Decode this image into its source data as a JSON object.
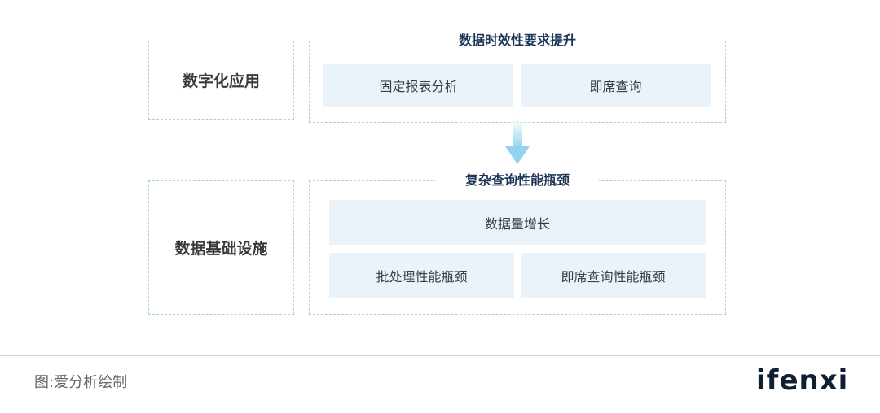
{
  "top_layer": {
    "label": "数字化应用",
    "title": "数据时效性要求提升",
    "cells": [
      "固定报表分析",
      "即席查询"
    ]
  },
  "bottom_layer": {
    "label": "数据基础设施",
    "title": "复杂查询性能瓶颈",
    "wide_cell": "数据量增长",
    "cells": [
      "批处理性能瓶颈",
      "即席查询性能瓶颈"
    ]
  },
  "footer": {
    "source": "图:爱分析绘制",
    "brand": "ifenxi"
  },
  "colors": {
    "cell_bg": "#eaf2fa",
    "title_text": "#1d3557",
    "arrow": "#a8dcf2"
  },
  "icons": {
    "flow_arrow": "down-arrow-icon"
  }
}
